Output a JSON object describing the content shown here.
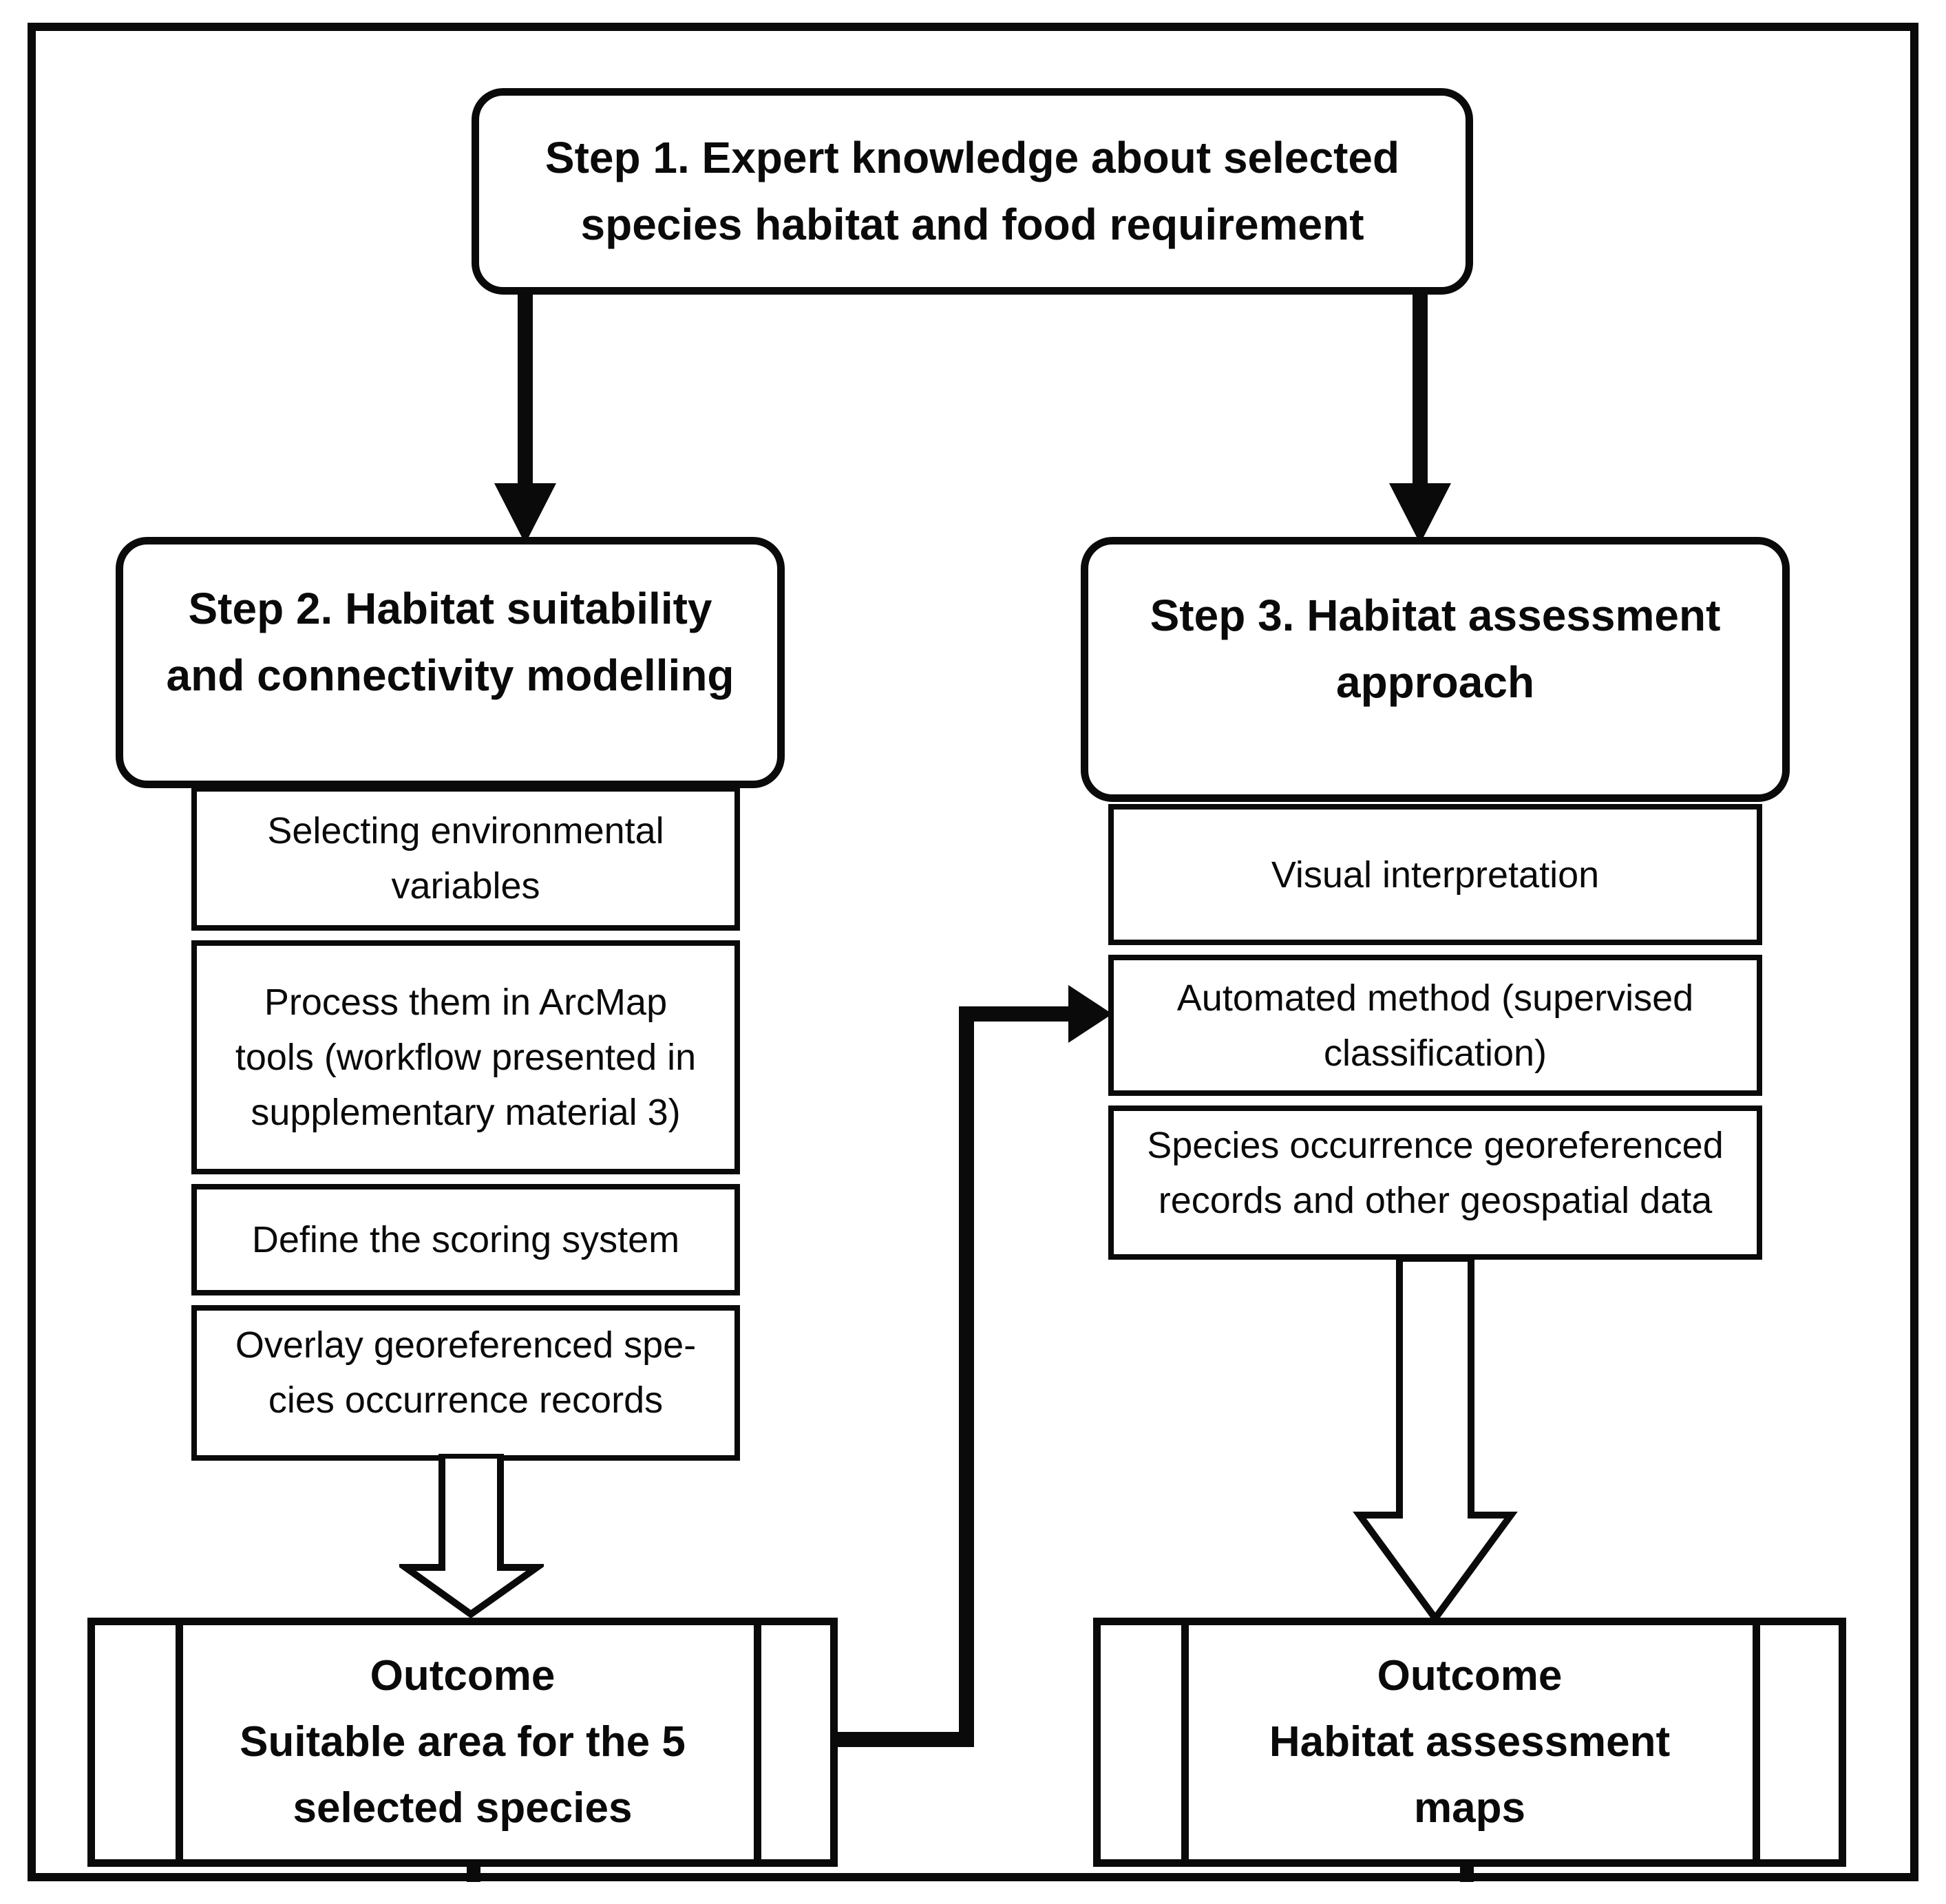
{
  "diagram": {
    "title_boxes": {
      "step1": {
        "label": "Step 1. Expert knowledge about selected\nspecies habitat and food requirement"
      },
      "step2": {
        "label": "Step 2. Habitat suitability\nand connectivity modelling"
      },
      "step3": {
        "label": "Step 3. Habitat assessment\napproach"
      }
    },
    "step2_substeps": [
      {
        "label": "Selecting environmental\nvariables"
      },
      {
        "label": "Process them in ArcMap\ntools (workflow presented in\nsupplementary material 3)"
      },
      {
        "label": "Define the scoring system"
      },
      {
        "label": "Overlay georeferenced spe-\ncies occurrence records"
      }
    ],
    "step3_substeps": [
      {
        "label": "Visual interpretation"
      },
      {
        "label": "Automated method (supervised\nclassification)"
      },
      {
        "label": "Species occurrence georeferenced\nrecords and other geospatial data"
      }
    ],
    "outcomes": {
      "left": {
        "label": "Outcome\nSuitable area for the 5\nselected species"
      },
      "right": {
        "label": "Outcome\nHabitat assessment\nmaps"
      }
    },
    "icons": {
      "solid_down_arrow": "filled black downward arrow",
      "hollow_down_arrow": "outlined white downward arrow",
      "elbow_right_arrow": "thick elbow connector with right-pointing filled arrowhead"
    },
    "colors": {
      "ink": "#0a0a0a",
      "background": "#ffffff"
    }
  }
}
